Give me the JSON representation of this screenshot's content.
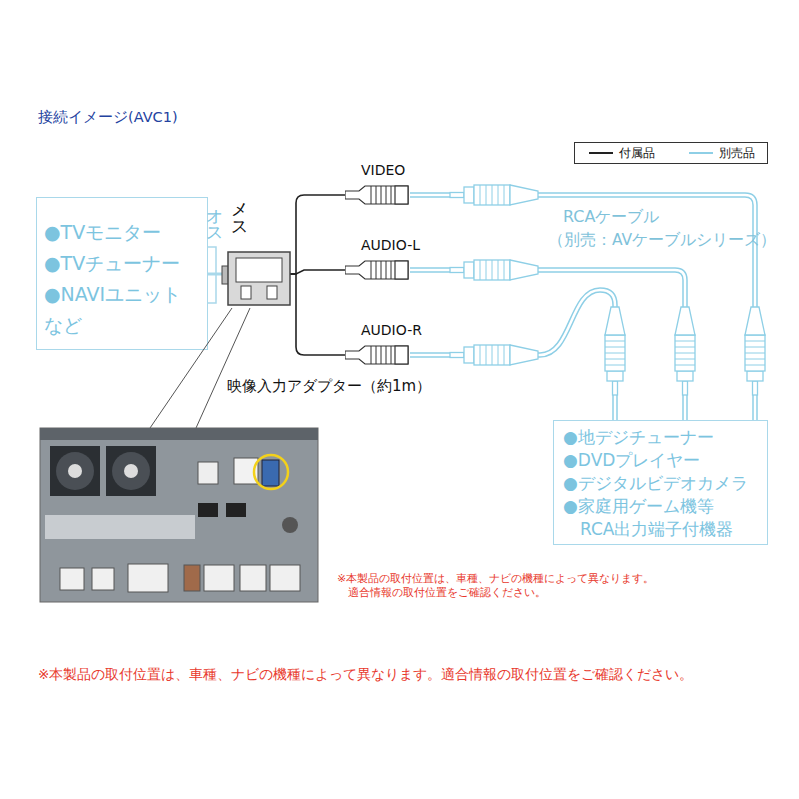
{
  "diagram": {
    "title": "接続イメージ(AVC1)",
    "nodes": [
      {
        "text": [
          "●TVモニター",
          "●TVチューナー",
          "●NAVIユニット",
          "など"
        ]
      },
      {
        "text": [
          "VIDEO"
        ]
      },
      {
        "text": [
          "AUDIO-L"
        ]
      },
      {
        "text": [
          "AUDIO-R"
        ]
      },
      {
        "text": [
          "●地デジチューナー",
          "●DVDプレイヤー",
          "●デジタルビデオカメラ",
          "●家庭用ゲーム機等 RCA出力端子付機器"
        ]
      }
    ],
    "edges": [
      {
        "from": 0,
        "to": 1,
        "arrow": "none"
      },
      {
        "from": 0,
        "to": 2,
        "arrow": "none"
      },
      {
        "from": 0,
        "to": 3,
        "arrow": "none"
      },
      {
        "from": 1,
        "to": 4,
        "arrow": "none"
      },
      {
        "from": 2,
        "to": 4,
        "arrow": "none"
      },
      {
        "from": 3,
        "to": 4,
        "arrow": "none"
      }
    ],
    "labels": [
      "オス",
      "メス",
      "映像入力アダプター（約1m）",
      "RCAケーブル",
      "（別売：AVケーブルシリーズ）",
      "※本製品の取付位置は、車種、ナビの機種によって異なります。 適合情報の取付位置をご確認ください。",
      "※本製品の取付位置は、車種、ナビの機種によって異なります。適合情報の取付位置をご確認ください。"
    ],
    "legend": [
      {
        "text": "付属品"
      },
      {
        "text": "別売品"
      }
    ]
  }
}
